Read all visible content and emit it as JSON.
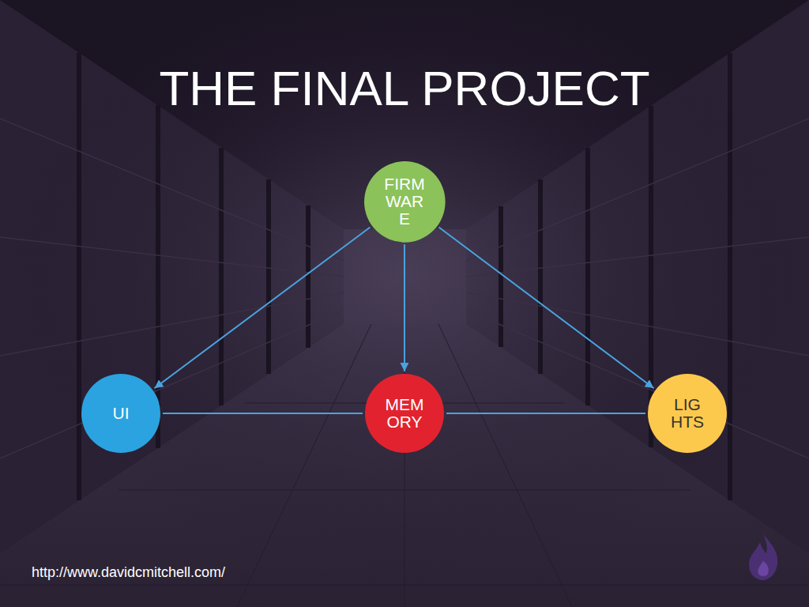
{
  "diagram": {
    "title": "THE FINAL PROJECT",
    "nodes": [
      {
        "text": [
          "FIRM WAR E"
        ]
      },
      {
        "text": [
          "UI"
        ]
      },
      {
        "text": [
          "MEM ORY"
        ]
      },
      {
        "text": [
          "LIG HTS"
        ]
      }
    ],
    "edges": [
      {
        "from": 0,
        "to": 1,
        "arrow": "to"
      },
      {
        "from": 0,
        "to": 2,
        "arrow": "to"
      },
      {
        "from": 0,
        "to": 3,
        "arrow": "to"
      },
      {
        "from": 1,
        "to": 2,
        "arrow": "none"
      },
      {
        "from": 2,
        "to": 3,
        "arrow": "none"
      }
    ],
    "labels": [
      "http://www.davidcmitchell.com/"
    ]
  }
}
